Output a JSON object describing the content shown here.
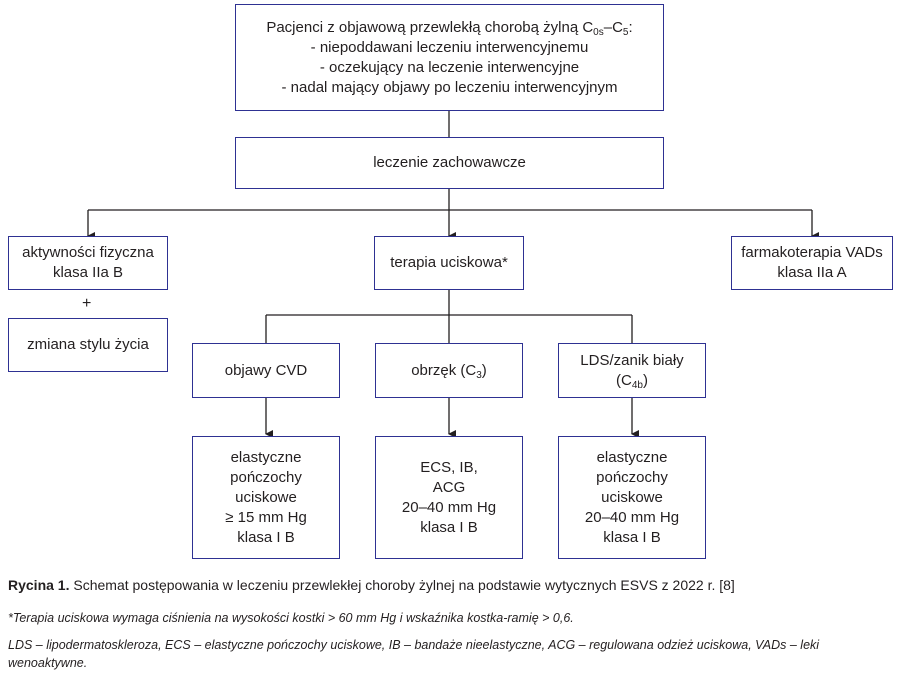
{
  "diagram": {
    "top": {
      "prefix": "Pacjenci z objawową przewlekłą chorobą żylną C",
      "sub1": "0s",
      "dash": "–C",
      "sub2": "5",
      "suffix": ":",
      "items": [
        "- niepoddawani leczeniu interwencyjnemu",
        "- oczekujący na leczenie interwencyjne",
        "- nadal mający objawy po leczeniu interwencyjnym"
      ]
    },
    "conservative": "leczenie zachowawcze",
    "left": {
      "line1": "aktywności fizyczna",
      "line2": "klasa IIa B"
    },
    "plus": "+",
    "lifestyle": "zmiana stylu życia",
    "middle": "terapia uciskowa*",
    "right": {
      "line1": "farmakoterapia VADs",
      "line2": "klasa IIa A"
    },
    "symptoms": [
      {
        "text": "objawy CVD"
      },
      {
        "text": "obrzęk (C",
        "sub": "3",
        "after": ")"
      },
      {
        "line1": "LDS/zanik biały",
        "line2pre": "(C",
        "sub": "4b",
        "after": ")"
      }
    ],
    "treatments": [
      [
        "elastyczne",
        "pończochy",
        "uciskowe",
        "≥ 15 mm Hg",
        "klasa I B"
      ],
      [
        "ECS, IB,",
        "ACG",
        "20–40 mm Hg",
        "klasa I B"
      ],
      [
        "elastyczne",
        "pończochy",
        "uciskowe",
        "20–40 mm Hg",
        "klasa I B"
      ]
    ]
  },
  "caption": {
    "label": "Rycina 1.",
    "text": " Schemat postępowania w leczeniu przewlekłej choroby żylnej na podstawie wytycznych ESVS z 2022 r. [8]"
  },
  "footnote": "*Terapia uciskowa wymaga ciśnienia na wysokości kostki > 60 mm Hg i wskaźnika kostka-ramię > 0,6.",
  "abbreviations": "LDS – lipodermatoskleroza, ECS – elastyczne pończochy uciskowe, IB – bandaże nieelastyczne, ACG – regulowana odzież uciskowa, VADs – leki wenoaktywne.",
  "colors": {
    "border": "#2e3192",
    "line": "#231f20"
  }
}
